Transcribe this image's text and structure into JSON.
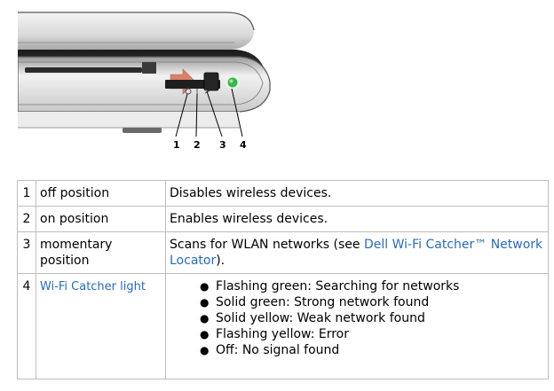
{
  "figure": {
    "callouts": [
      "1",
      "2",
      "3",
      "4"
    ],
    "colors": {
      "arrow": "#d9826a",
      "light": "#39b54a"
    }
  },
  "table": {
    "rows": [
      {
        "num": "1",
        "term": "off position",
        "description": "Disables wireless devices."
      },
      {
        "num": "2",
        "term": "on position",
        "description": "Enables wireless devices."
      },
      {
        "num": "3",
        "term": "momentary position",
        "description_prefix": "Scans for WLAN networks (see ",
        "description_link": "Dell Wi-Fi Catcher™ Network Locator",
        "description_suffix": ")."
      },
      {
        "num": "4",
        "term_link": "Wi-Fi Catcher light",
        "bullets": [
          "Flashing green: Searching for networks",
          "Solid green: Strong network found",
          "Solid yellow: Weak network found",
          "Flashing yellow: Error",
          "Off: No signal found"
        ]
      }
    ]
  }
}
